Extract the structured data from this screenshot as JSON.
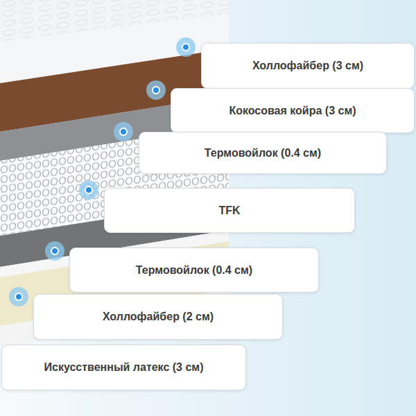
{
  "diagram": {
    "nodes": [
      {
        "text": [
          "Холлофайбер (3 см)"
        ]
      },
      {
        "text": [
          "Кокосовая койра (3 см)"
        ]
      },
      {
        "text": [
          "Термовойлок (0.4 см)"
        ]
      },
      {
        "text": [
          "TFK"
        ]
      },
      {
        "text": [
          "Термовойлок (0.4 см)"
        ]
      },
      {
        "text": [
          "Холлофайбер (2 см)"
        ]
      },
      {
        "text": [
          "Искусственный латекс (3 см)"
        ]
      }
    ]
  }
}
